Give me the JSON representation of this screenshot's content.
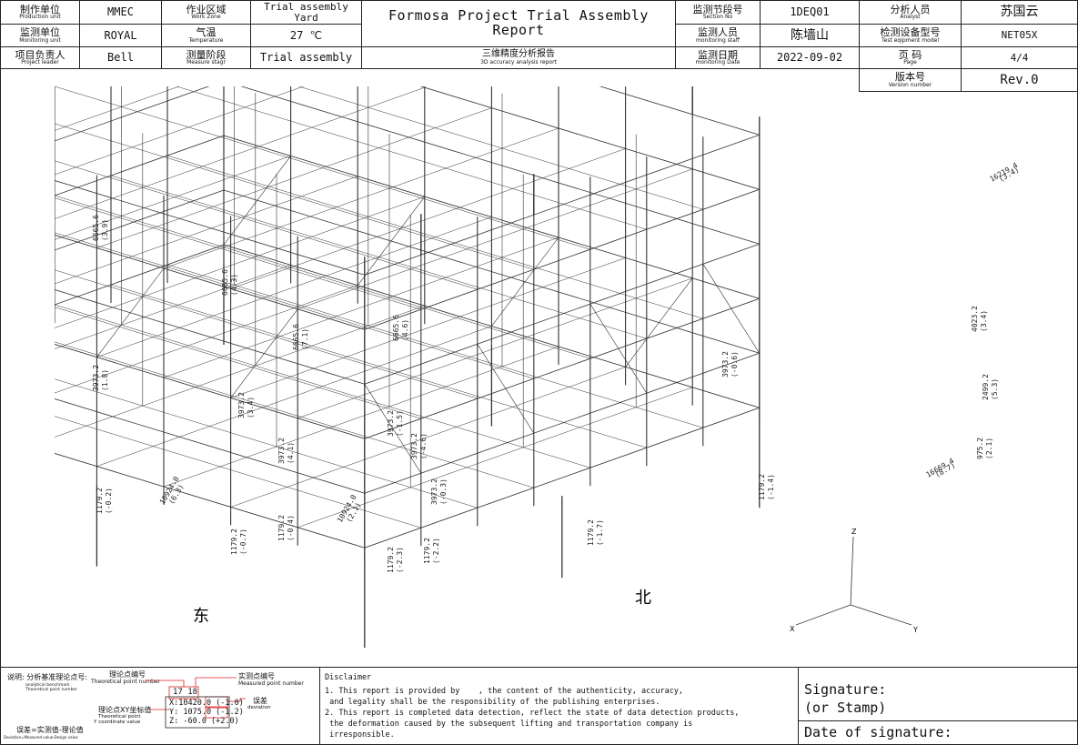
{
  "header": {
    "production_unit": {
      "cn": "制作单位",
      "en": "Production unit",
      "value": "MMEC"
    },
    "monitoring_unit": {
      "cn": "监测单位",
      "en": "Monitoring unit",
      "value": "ROYAL"
    },
    "project_leader": {
      "cn": "项目负责人",
      "en": "Project leader",
      "value": "Bell"
    },
    "work_zone": {
      "cn": "作业区域",
      "en": "Work Zone",
      "value": "Trial assembly Yard"
    },
    "temperature": {
      "cn": "气温",
      "en": "Temperature",
      "value": "27 ℃"
    },
    "measure_stage": {
      "cn": "测量阶段",
      "en": "Measure stagr",
      "value": "Trial assembly"
    },
    "report_title": "Formosa Project Trial Assembly Report",
    "report_subtitle_cn": "三维精度分析报告",
    "report_subtitle_en": "3D accuracy analysis report",
    "section_no": {
      "cn": "监测节段号",
      "en": "Section No",
      "value": "1DEQ01"
    },
    "monitoring_staff": {
      "cn": "监测人员",
      "en": "monitoring staff",
      "value": "陈墙山"
    },
    "monitoring_date": {
      "cn": "监测日期",
      "en": "monitoring Date",
      "value": "2022-09-02"
    },
    "analyst": {
      "cn": "分析人员",
      "en": "Analyst",
      "value": "苏国云"
    },
    "test_equipment": {
      "cn": "检测设备型号",
      "en": "Test eqipment model",
      "value": "NET05X"
    },
    "page": {
      "cn": "页 码",
      "en": "Page",
      "value": "4/4"
    },
    "version": {
      "cn": "版本号",
      "en": "Version number",
      "value": "Rev.0"
    }
  },
  "drawing": {
    "direction_east": "东",
    "direction_north": "北",
    "axis_labels": {
      "x": "X",
      "y": "Y",
      "z": "Z"
    },
    "dimensions": [
      {
        "value": "6665.6",
        "dev": "(3.9)"
      },
      {
        "value": "6665.6",
        "dev": "(4.3)"
      },
      {
        "value": "6665.6",
        "dev": "(7.1)"
      },
      {
        "value": "6665.6",
        "dev": "(4.6)"
      },
      {
        "value": "3973.2",
        "dev": "(1.8)"
      },
      {
        "value": "3973.2",
        "dev": "(3.4)"
      },
      {
        "value": "3973.2",
        "dev": "(4.1)"
      },
      {
        "value": "3973.2",
        "dev": "(-1.5)"
      },
      {
        "value": "3973.2",
        "dev": "(-4.6)"
      },
      {
        "value": "3973.2",
        "dev": "(-0.3)"
      },
      {
        "value": "3973.2",
        "dev": "(-0.6)"
      },
      {
        "value": "4023.2",
        "dev": "(3.4)"
      },
      {
        "value": "2499.2",
        "dev": "(5.3)"
      },
      {
        "value": "1179.2",
        "dev": "(-0.2)"
      },
      {
        "value": "1179.2",
        "dev": "(-0.7)"
      },
      {
        "value": "1179.2",
        "dev": "(-0.4)"
      },
      {
        "value": "1179.2",
        "dev": "(-2.3)"
      },
      {
        "value": "1179.2",
        "dev": "(-2.2)"
      },
      {
        "value": "1179.2",
        "dev": "(-1.7)"
      },
      {
        "value": "1179.2",
        "dev": "(-1.4)"
      },
      {
        "value": "10924.0",
        "dev": "(6.3)"
      },
      {
        "value": "10924.0",
        "dev": "(2.1)"
      },
      {
        "value": "16219.4",
        "dev": "(3.4)"
      },
      {
        "value": "16669.4",
        "dev": "(8.7)"
      },
      {
        "value": "975.2",
        "dev": "(2.1)"
      }
    ]
  },
  "legend": {
    "title_cn": "说明: 分析基准理论点号:",
    "title_en1": "analytical benchmark",
    "title_en2": "Theoretical point number",
    "theoretical_point_cn": "理论点编号",
    "theoretical_point_en": "Theoretical point number",
    "measured_point_cn": "实测点编号",
    "measured_point_en": "Measured point number",
    "xy_cn": "理论点XY坐标值",
    "xy_en1": "Theoretical point",
    "xy_en2": "Y coordinate value",
    "deviation_cn": "误差",
    "deviation_en": "deviation",
    "box_ids": "17  18",
    "row_x": "X:10420.0  (-1.0)",
    "row_y": "Y: 1075.0  (-1.2)",
    "row_z": "Z:  -60.0  (+2.0)",
    "deviation_formula_cn": "误差=实测值-理论值",
    "deviation_formula_en": "Deviation=Measured value-Design value"
  },
  "disclaimer": {
    "heading": "Disclaimer",
    "line1": "1. This report is provided by    , the content of the authenticity, accuracy,",
    "line2": " and legality shall be the responsibility of the publishing enterprises.",
    "line3": "2. This report is completed data detection, reflect the state of data detection products,",
    "line4": " the deformation caused by the subsequent lifting and transportation company is",
    "line5": " irresponsible."
  },
  "signature": {
    "label1": "Signature:",
    "label2": "(or Stamp)",
    "date_label": "Date of signature:"
  }
}
